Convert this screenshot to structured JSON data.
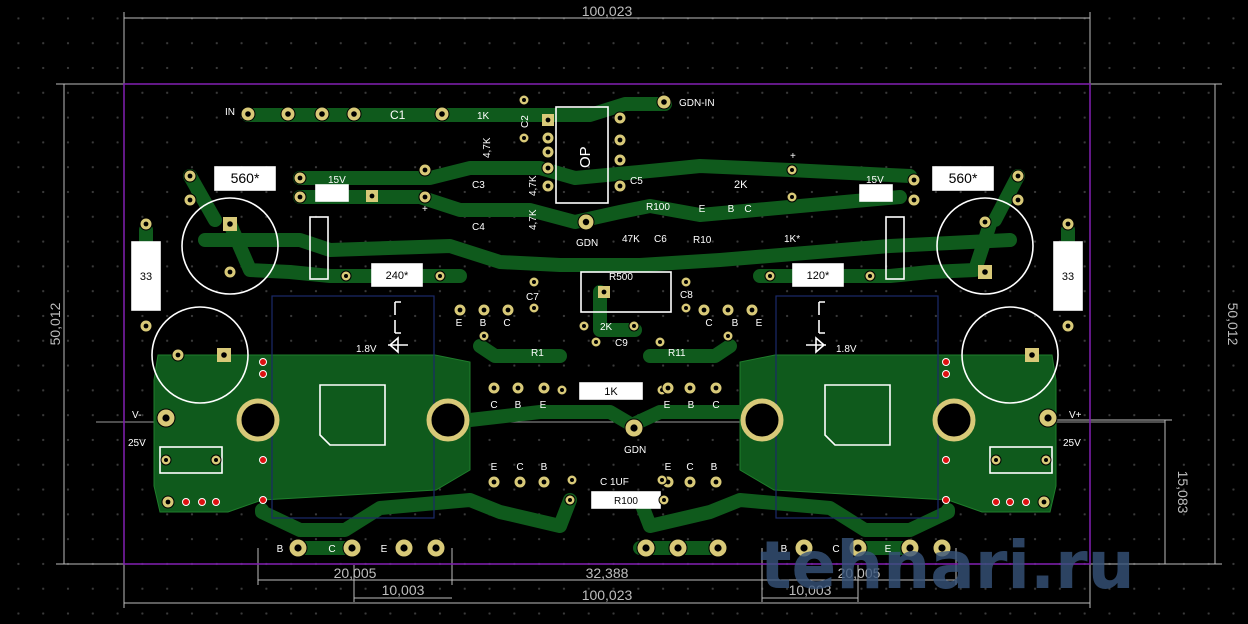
{
  "dimensions": {
    "width_top": "100,023",
    "width_bottom": "100,023",
    "height_left": "50,012",
    "height_right": "50,012",
    "right_offset": "15,083",
    "pitch_left": "20,005",
    "pitch_left_half": "10,003",
    "pitch_center": "32,388",
    "pitch_right": "20,005",
    "pitch_right_half": "10,003"
  },
  "labels": {
    "in": "IN",
    "c1": "C1",
    "gdn_in": "GDN-IN",
    "op": "OP",
    "c2": "C2",
    "r_1k_top": "1K",
    "r_47k_a": "4,7K",
    "r_47k_b": "4,7K",
    "r_47k_c": "4,7K",
    "c3": "C3",
    "c4": "C4",
    "c5": "C5",
    "plus": "+",
    "r100_top": "R100",
    "gdn_top": "GDN",
    "r47k_c6": "47K",
    "c6": "C6",
    "r10": "R10",
    "r_1k_star": "1K*",
    "r_2k": "2K",
    "r_560_left": "560*",
    "r_560_right": "560*",
    "z15v_left": "15V",
    "z15v_right": "15V",
    "r_33_left": "33",
    "r_33_right": "33",
    "r_240": "240*",
    "r_120": "120*",
    "r500": "R500",
    "c7": "C7",
    "c8": "C8",
    "r_2k_mid": "2K",
    "c9": "C9",
    "r1": "R1",
    "r11": "R11",
    "d18v_left": "1.8V",
    "d18v_right": "1.8V",
    "r_1k_center": "1K",
    "gdn_center": "GDN",
    "vminus": "V-",
    "vplus": "V+",
    "v25_left": "25V",
    "v25_right": "25V",
    "c_1uf": "C 1UF",
    "r100_bottom": "R100",
    "e": "E",
    "b": "B",
    "c": "C"
  },
  "watermark": "tehnari.ru",
  "colors": {
    "board_outline": "#7a1fa8",
    "copper": "#0f5a1c",
    "copper_edge": "#1f7d2c",
    "pad": "#d8c978",
    "silk": "#ffffff",
    "dim_line": "#bdbdbd",
    "watermark": "#37547a"
  }
}
